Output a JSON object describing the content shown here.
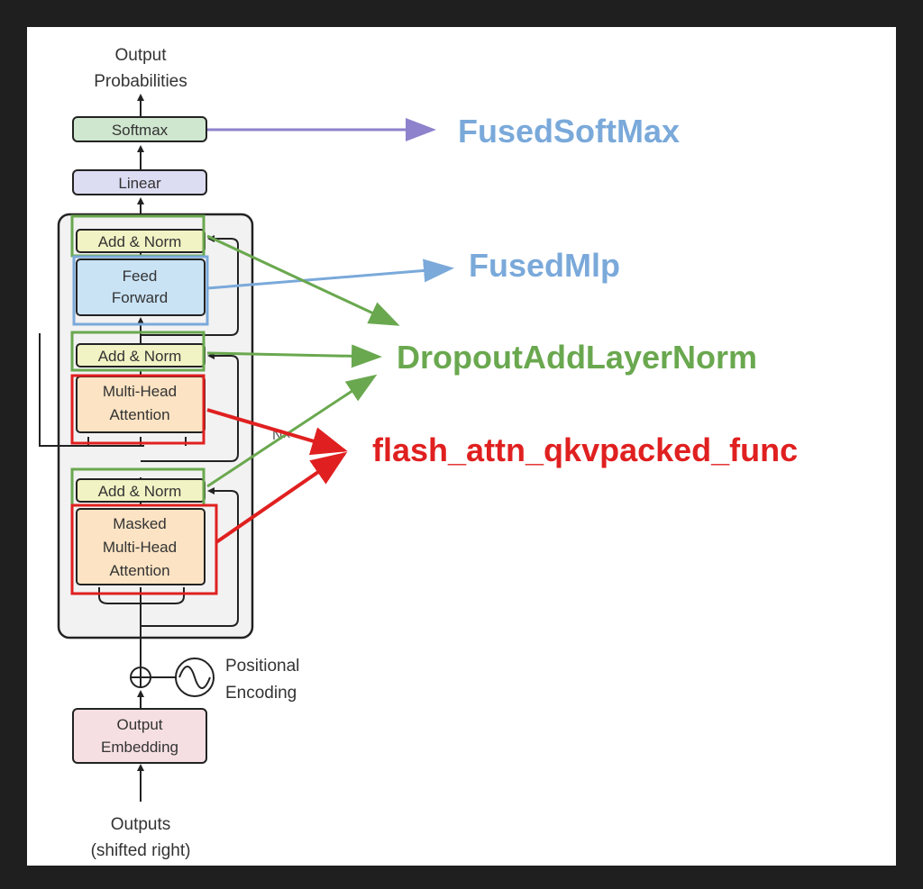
{
  "diagram": {
    "top_label": [
      "Output",
      "Probabilities"
    ],
    "softmax": "Softmax",
    "linear": "Linear",
    "add_norm_top": "Add & Norm",
    "feed_forward": [
      "Feed",
      "Forward"
    ],
    "add_norm_mid": "Add & Norm",
    "multi_head_attention": [
      "Multi-Head",
      "Attention"
    ],
    "nx_label": "N×",
    "add_norm_bottom": "Add & Norm",
    "masked_attention": [
      "Masked",
      "Multi-Head",
      "Attention"
    ],
    "positional_encoding": [
      "Positional",
      "Encoding"
    ],
    "output_embedding": [
      "Output",
      "Embedding"
    ],
    "outputs": [
      "Outputs",
      "(shifted right)"
    ]
  },
  "annotations": {
    "fused_softmax": "FusedSoftMax",
    "fused_mlp": "FusedMlp",
    "dropout_add_layer_norm": "DropoutAddLayerNorm",
    "flash_attn": "flash_attn_qkvpacked_func"
  },
  "colors": {
    "background": "#1f1f1f",
    "softmax_fill": "#cfe6cf",
    "linear_fill": "#dcdcf2",
    "add_norm_fill": "#f2f3c4",
    "feed_forward_fill": "#c9e3f5",
    "attention_fill": "#fbe3c3",
    "embedding_fill": "#f6dfe2",
    "purple_arrow": "#8e82cc",
    "blue_label": "#7aa9da",
    "green_label": "#6aa84f",
    "red_label": "#e02020"
  }
}
